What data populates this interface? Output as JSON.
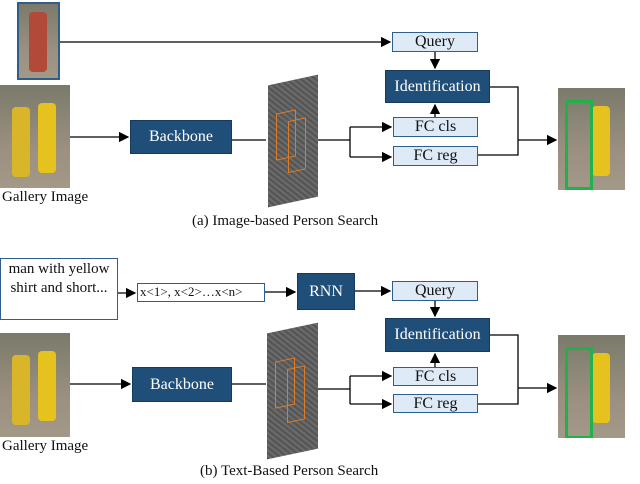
{
  "panel_a": {
    "query": "Query",
    "identification": "Identification",
    "fc_cls": "FC cls",
    "fc_reg": "FC reg",
    "backbone": "Backbone",
    "gallery_label": "Gallery Image",
    "caption": "(a) Image-based Person Search"
  },
  "panel_b": {
    "text_input": "man with yellow shirt and short...",
    "sequence": "x<1>, x<2>…x<n>",
    "rnn": "RNN",
    "query": "Query",
    "identification": "Identification",
    "fc_cls": "FC cls",
    "fc_reg": "FC reg",
    "backbone": "Backbone",
    "gallery_label": "Gallery Image",
    "caption": "(b) Text-Based Person Search"
  },
  "colors": {
    "dark_box": "#1f4e79",
    "light_box": "#deebf7",
    "detection_box": "#22b04a",
    "query_border": "#2e5e8e",
    "feature_lines": "#e07b24"
  }
}
